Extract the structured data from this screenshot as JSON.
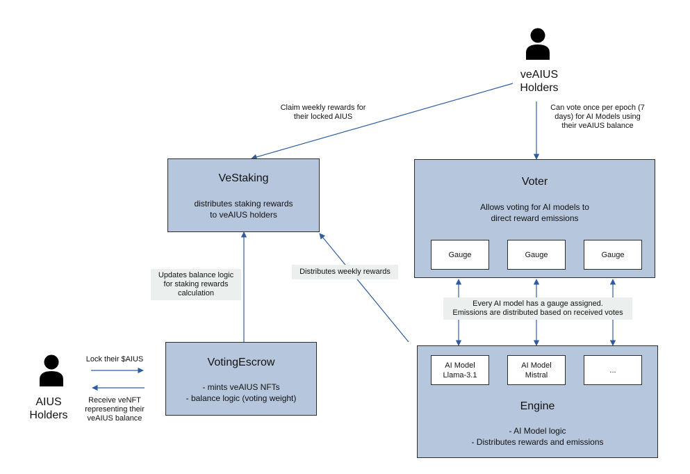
{
  "actors": {
    "veaius_holders": "veAIUS\nHolders",
    "aius_holders": "AIUS\nHolders"
  },
  "icons": {
    "person": "person-icon"
  },
  "colors": {
    "box_fill": "#b6c6dc",
    "arrow": "#2e5d9f",
    "note_bg": "#ebf0ee"
  },
  "vestaking": {
    "title": "VeStaking",
    "description": "distributes staking rewards\nto veAIUS holders"
  },
  "voter": {
    "title": "Voter",
    "description": "Allows voting for AI models to\ndirect reward emissions",
    "gauges": [
      "Gauge",
      "Gauge",
      "Gauge"
    ]
  },
  "voting_escrow": {
    "title": "VotingEscrow",
    "description": "- mints veAIUS NFTs\n- balance logic (voting weight)"
  },
  "engine": {
    "title": "Engine",
    "description": "- AI Model logic\n- Distributes rewards and emissions",
    "models": [
      "AI Model\nLlama-3.1",
      "AI Model\nMistral",
      "..."
    ]
  },
  "notes": {
    "claim_rewards": "Claim weekly rewards for\ntheir locked AIUS",
    "vote_once": "Can vote once per epoch (7\ndays)  for AI Models using\ntheir veAIUS balance",
    "updates_balance": "Updates balance logic\nfor staking rewards\ncalculation",
    "distributes_weekly": "Distributes weekly rewards",
    "gauge_assigned": "Every AI model has a gauge assigned.\nEmissions are distributed based on received votes",
    "lock_aius": "Lock their $AIUS",
    "receive_venft": "Receive veNFT\nrepresenting their\nveAIUS balance"
  }
}
